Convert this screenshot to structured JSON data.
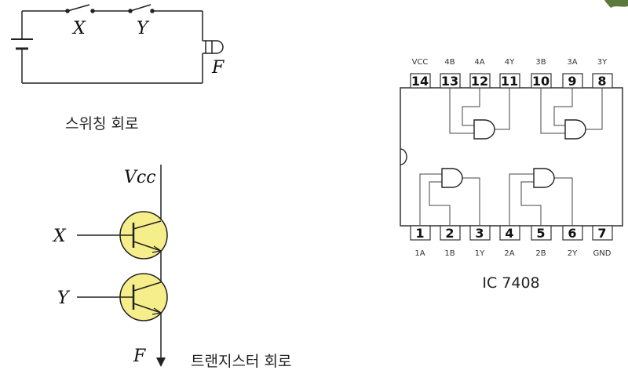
{
  "switching_circuit": {
    "switch_x_label": "X",
    "switch_y_label": "Y",
    "output_label": "F",
    "caption": "스위칭 회로"
  },
  "transistor_circuit": {
    "supply_label": "Vcc",
    "input_x_label": "X",
    "input_y_label": "Y",
    "output_label": "F",
    "caption": "트랜지스터 회로",
    "transistor_fill": "#f5ee8a"
  },
  "ic": {
    "title": "IC 7408",
    "top_pin_numbers": [
      "14",
      "13",
      "12",
      "11",
      "10",
      "9",
      "8"
    ],
    "top_pin_names": [
      "VCC",
      "4B",
      "4A",
      "4Y",
      "3B",
      "3A",
      "3Y"
    ],
    "bottom_pin_numbers": [
      "1",
      "2",
      "3",
      "4",
      "5",
      "6",
      "7"
    ],
    "bottom_pin_names": [
      "1A",
      "1B",
      "1Y",
      "2A",
      "2B",
      "2Y",
      "GND"
    ]
  }
}
